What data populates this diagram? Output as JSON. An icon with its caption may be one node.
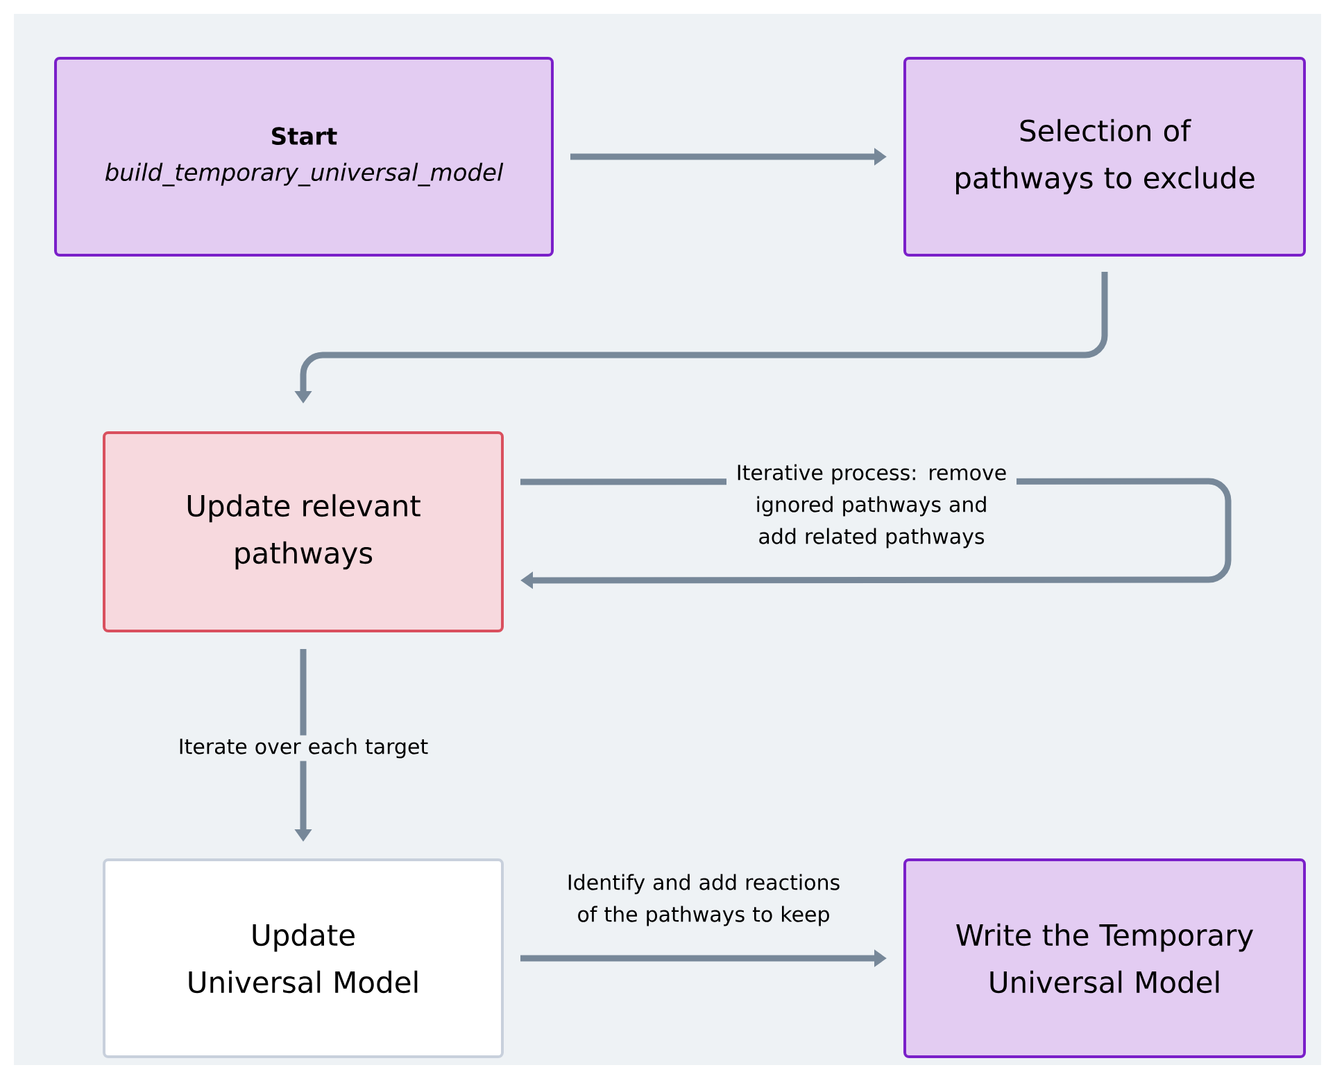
{
  "diagram": {
    "nodes": [
      {
        "text": [
          "Start",
          "build_temporary_universal_model"
        ]
      },
      {
        "text": [
          "Selection of pathways to exclude"
        ]
      },
      {
        "text": [
          "Update relevant pathways"
        ]
      },
      {
        "text": [
          "Update Universal Model"
        ]
      },
      {
        "text": [
          "Write the Temporary Universal Model"
        ]
      }
    ],
    "edges": [
      {
        "from": 0,
        "to": 1,
        "arrow": "to"
      },
      {
        "from": 1,
        "to": 2,
        "arrow": "to"
      },
      {
        "from": 2,
        "to": 2,
        "arrow": "to",
        "label": "Iterative process: remove ignored pathways and add related pathways"
      },
      {
        "from": 2,
        "to": 3,
        "arrow": "to",
        "label": "Iterate over each target"
      },
      {
        "from": 3,
        "to": 4,
        "arrow": "to",
        "label": "Identify and add reactions of the pathways to keep"
      }
    ]
  }
}
